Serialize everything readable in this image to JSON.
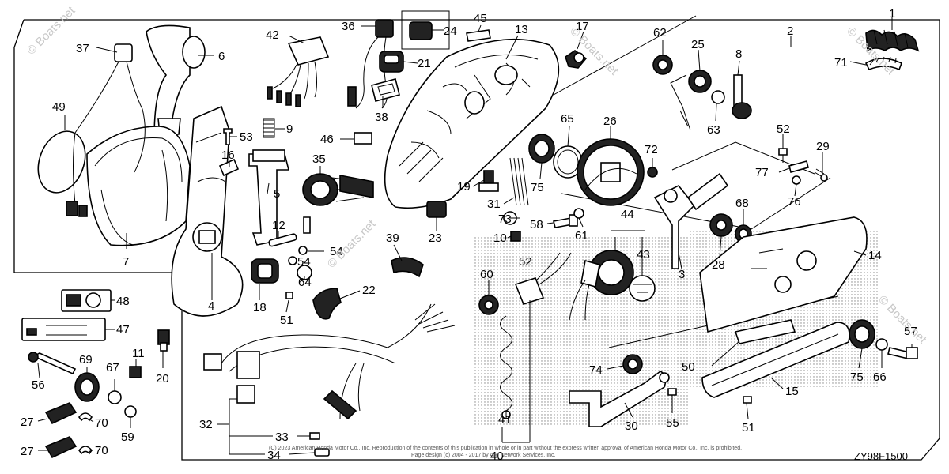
{
  "diagram": {
    "code": "ZY98F1500",
    "watermark": "© Boats.net",
    "footer_line1": "(C) 2023 American Honda Motor Co., Inc. Reproduction of the contents of this publication in whole or in part without the express written approval of American Honda Motor Co., Inc. is prohibited.",
    "footer_line2": "Page design (c) 2004 - 2017 by ARI Network Services, Inc.",
    "callouts": [
      "1",
      "2",
      "3",
      "4",
      "5",
      "6",
      "7",
      "8",
      "9",
      "10",
      "11",
      "12",
      "13",
      "14",
      "15",
      "16",
      "17",
      "18",
      "19",
      "20",
      "21",
      "22",
      "23",
      "24",
      "25",
      "26",
      "27",
      "27",
      "28",
      "29",
      "30",
      "31",
      "32",
      "33",
      "34",
      "35",
      "36",
      "37",
      "38",
      "39",
      "40",
      "41",
      "42",
      "43",
      "44",
      "45",
      "46",
      "47",
      "48",
      "49",
      "50",
      "51",
      "51",
      "52",
      "52",
      "53",
      "54",
      "54",
      "55",
      "56",
      "57",
      "58",
      "59",
      "60",
      "61",
      "62",
      "63",
      "64",
      "65",
      "66",
      "67",
      "68",
      "69",
      "70",
      "70",
      "71",
      "72",
      "73",
      "74",
      "75",
      "75",
      "76",
      "77"
    ]
  }
}
